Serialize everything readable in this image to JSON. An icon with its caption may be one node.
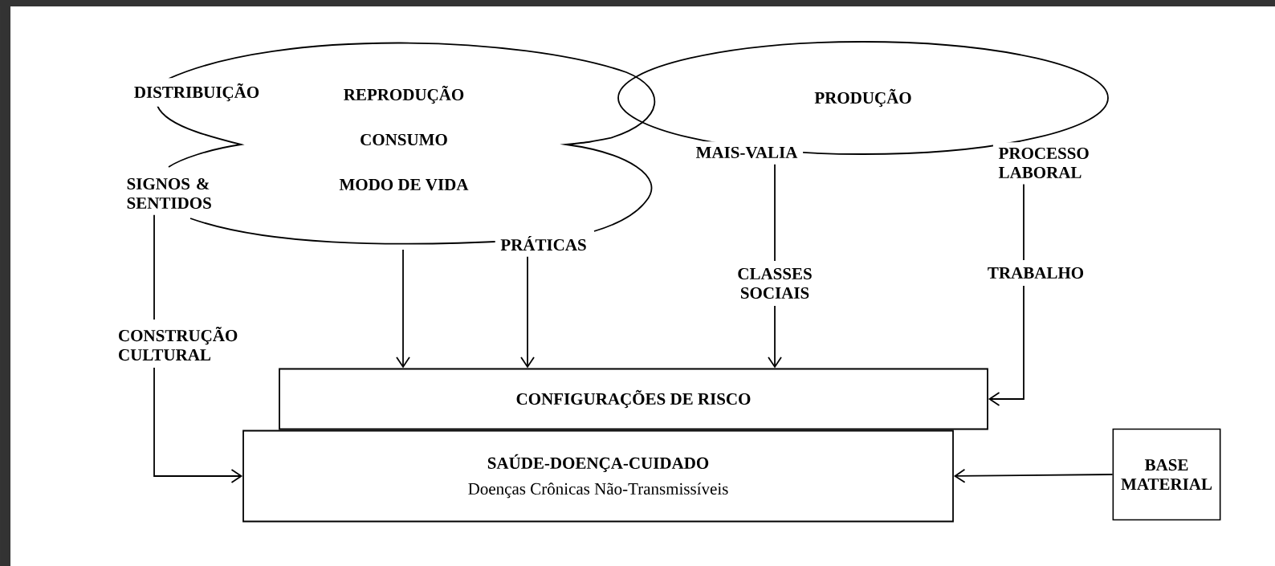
{
  "diagram": {
    "nodes": [
      {
        "text": [
          "REPRODUÇÃO",
          "CONSUMO",
          "MODO DE VIDA"
        ]
      },
      {
        "text": [
          "PRODUÇÃO"
        ]
      },
      {
        "text": [
          "SIGNOS & SENTIDOS"
        ]
      },
      {
        "text": [
          "PRÁTICAS"
        ]
      },
      {
        "text": [
          "MAIS-VALIA"
        ]
      },
      {
        "text": [
          "PROCESSO LABORAL"
        ]
      },
      {
        "text": [
          "CONFIGURAÇÕES DE RISCO"
        ]
      },
      {
        "text": [
          "SAÚDE-DOENÇA-CUIDADO",
          "Doenças Crônicas Não-Transmissíveis"
        ]
      },
      {
        "text": [
          "BASE MATERIAL"
        ]
      }
    ],
    "edges": [
      {
        "from": 2,
        "to": 7,
        "arrow": "to",
        "label": "CONSTRUÇÃO CULTURAL"
      },
      {
        "from": 0,
        "to": 6,
        "arrow": "to"
      },
      {
        "from": 3,
        "to": 6,
        "arrow": "to"
      },
      {
        "from": 4,
        "to": 6,
        "arrow": "to",
        "label": "CLASSES SOCIAIS"
      },
      {
        "from": 5,
        "to": 6,
        "arrow": "to",
        "label": "TRABALHO"
      },
      {
        "from": 8,
        "to": 7,
        "arrow": "to"
      }
    ],
    "labels": [
      "DISTRIBUIÇÃO"
    ]
  }
}
